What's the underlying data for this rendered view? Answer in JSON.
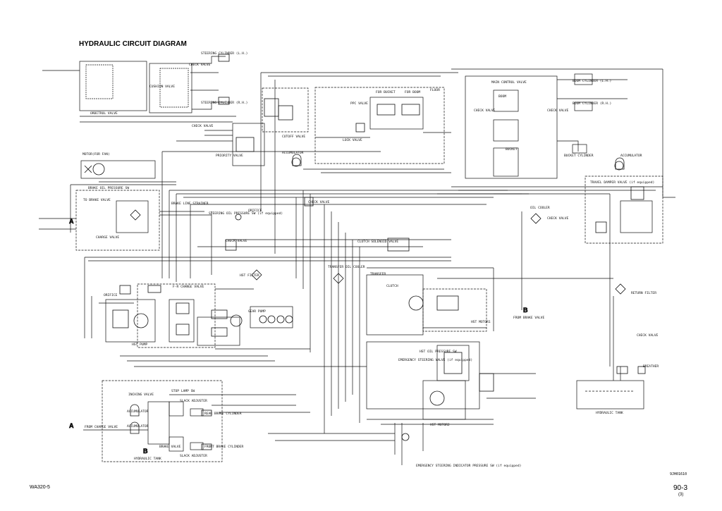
{
  "title": "HYDRAULIC CIRCUIT DIAGRAM",
  "footer": {
    "model": "WA320-5",
    "page": "90-3",
    "sub": "(3)",
    "code": "9JH01610"
  },
  "labels": {
    "steering_cyl_lh": "STEERING CYLINDER (L.H.)",
    "check_valve": "CHECK VALVE",
    "cushion_valve": "CUSHION VALVE",
    "steering_cyl_rh": "STEERING CYLINDER (R.H.)",
    "orbitrol_valve": "ORBITROL VALVE",
    "cutoff_valve": "CUTOFF VALVE",
    "priority_valve": "PRIORITY VALVE",
    "accumulator": "ACCUMULATOR",
    "ppc_valve": "PPC VALVE",
    "for_bucket": "FOR BUCKET",
    "for_boom": "FOR BOOM",
    "floor": "FLOOR",
    "lock_valve": "LOCK VALVE",
    "main_control_valve": "MAIN CONTROL VALVE",
    "boom": "BOOM",
    "bucket": "BUCKET",
    "boom_cyl_lh": "BOOM CYLINDER (L.H.)",
    "boom_cyl_rh": "BOOM CYLINDER (R.H.)",
    "bucket_cylinder": "BUCKET CYLINDER",
    "travel_damper": "TRAVEL DAMPER VALVE (if equipped)",
    "motor_fan": "MOTOR(FOR FAN)",
    "brake_oil_sw": "BRAKE OIL PRESSURE SW",
    "to_brake_valve": "TO BRAKE VALVE",
    "brake_line_strainer": "BRAKE LINE STRAINER",
    "charge_valve": "CHARGE VALVE",
    "steering_oil_sw": "STEERING OIL PRESSURE SW (if equipped)",
    "orifice": "ORIFICE",
    "clutch_solenoid": "CLUTCH SOLENOID VALVE",
    "oil_cooler": "OIL COOLER",
    "hst_filter": "HST FILTER",
    "fr_change_valve": "F-R CHANGE VALVE",
    "gear_pump": "GEAR PUMP",
    "hst_pump": "HST PUMP",
    "transfer_oil_cooler": "TRANSFER OIL COOLER",
    "transfer": "TRANSFER",
    "clutch": "CLUTCH",
    "hst_motor_1": "HST MOTOR1",
    "hst_motor_2": "HST MOTOR2",
    "return_filter": "RETURN FILTER",
    "from_brake_valve": "FROM BRAKE VALVE",
    "breather": "BREATHER",
    "hydraulic_tank": "HYDRAULIC TANK",
    "emergency_steering_valve": "EMERGENCY STEERING VALVE (if equipped)",
    "hst_oil_sw": "HST OIL PRESSURE SW",
    "emergency_sw": "EMERGENCY STEERING INDICATOR PRESSURE SW (if equipped)",
    "inching_valve": "INCHING VALVE",
    "stop_lamp_sw": "STOP LAMP SW",
    "slack_adjuster": "SLACK ADJUSTER",
    "rear_brake_cyl": "REAR BRAKE CYLINDER",
    "front_brake_cyl": "FRONT BRAKE CYLINDER",
    "from_charge_valve": "FROM CHARGE VALVE",
    "brake_valve": "BRAKE VALVE",
    "letter_a": "A",
    "letter_b": "B"
  }
}
